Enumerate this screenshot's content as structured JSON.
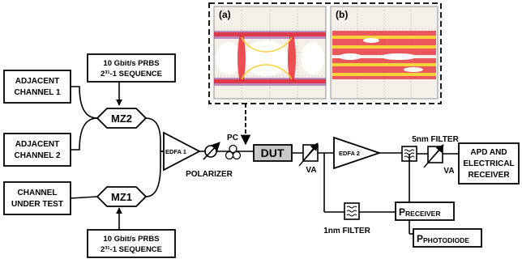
{
  "eye_panels": [
    {
      "label": "(a)"
    },
    {
      "label": "(b)"
    }
  ],
  "blocks": {
    "adjacent_channel_1": [
      "ADJACENT",
      "CHANNEL 1"
    ],
    "adjacent_channel_2": [
      "ADJACENT",
      "CHANNEL 2"
    ],
    "channel_under_test": [
      "CHANNEL",
      "UNDER TEST"
    ],
    "prbs_top": [
      "10 Gbit/s PRBS",
      "2³¹-1 SEQUENCE"
    ],
    "prbs_bottom": [
      "10 Gbit/s PRBS",
      "2³¹-1 SEQUENCE"
    ],
    "mz2": "MZ2",
    "mz1": "MZ1",
    "edfa1": "EDFA 1",
    "edfa2": "EDFA 2",
    "pc": "PC",
    "polarizer": "POLARIZER",
    "dut": "DUT",
    "va1": "VA",
    "va2": "VA",
    "filter_5nm": "5nm FILTER",
    "filter_1nm": "1nm FILTER",
    "receiver": {
      "main": "P",
      "sub": "RECEIVER"
    },
    "photodiode": {
      "main": "P",
      "sub": "PHOTODIODE"
    },
    "apd_receiver": [
      "APD AND",
      "ELECTRICAL",
      "RECEIVER"
    ]
  },
  "colors": {
    "dut_fill": "#c8c8c8",
    "eye_bg": "#f4efe8",
    "eye_hot": "#e8262c",
    "eye_mid": "#8c3a9a",
    "eye_cold": "#f6d33a"
  }
}
